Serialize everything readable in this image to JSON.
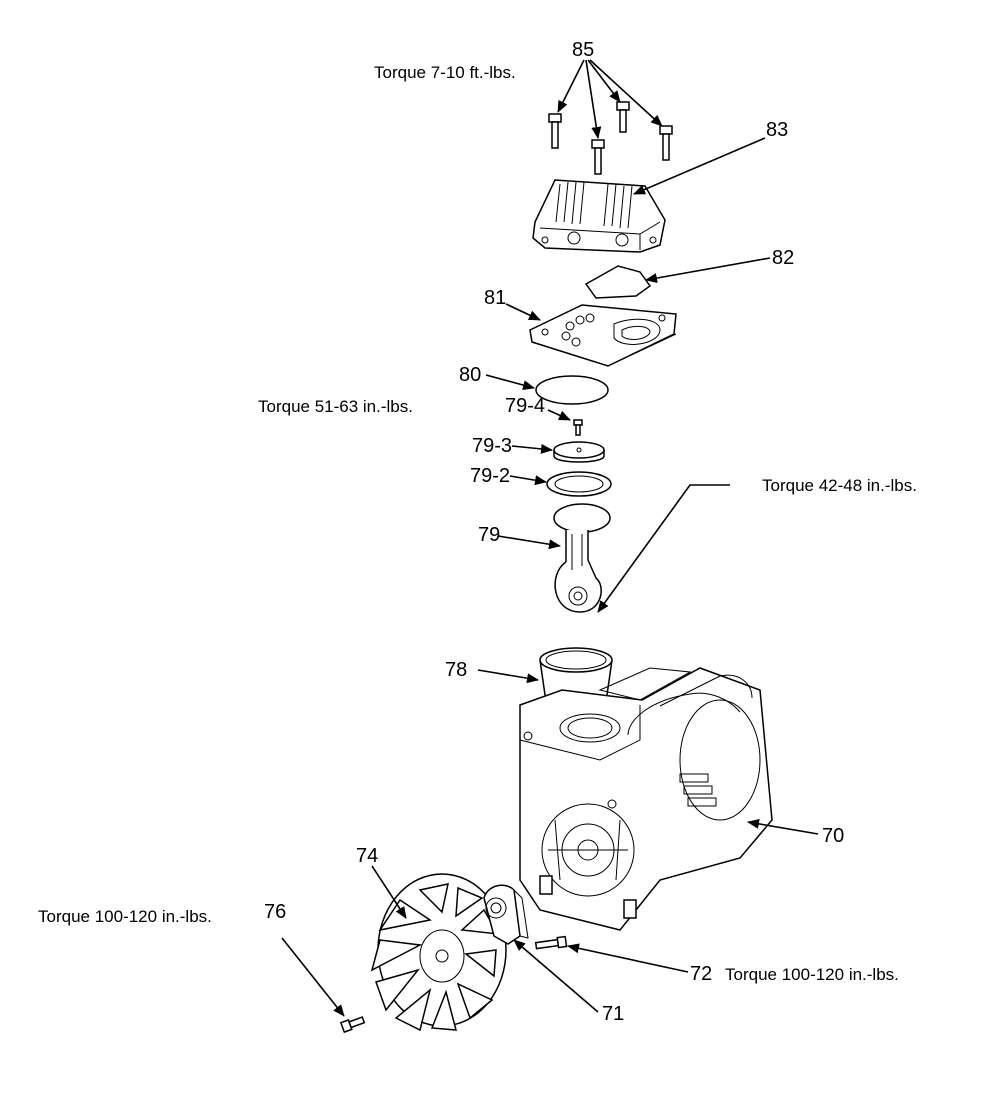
{
  "labels": {
    "p85": "85",
    "p83": "83",
    "p82": "82",
    "p81": "81",
    "p80": "80",
    "p79_4": "79-4",
    "p79_3": "79-3",
    "p79_2": "79-2",
    "p79": "79",
    "p78": "78",
    "p70": "70",
    "p74": "74",
    "p76": "76",
    "p72": "72",
    "p71": "71"
  },
  "torque": {
    "t85": "Torque  7-10 ft.-lbs.",
    "t79_4": "Torque  51-63 in.-lbs.",
    "t79": "Torque  42-48 in.-lbs.",
    "t76": "Torque 100-120 in.-lbs.",
    "t72": "Torque 100-120 in.-lbs."
  }
}
